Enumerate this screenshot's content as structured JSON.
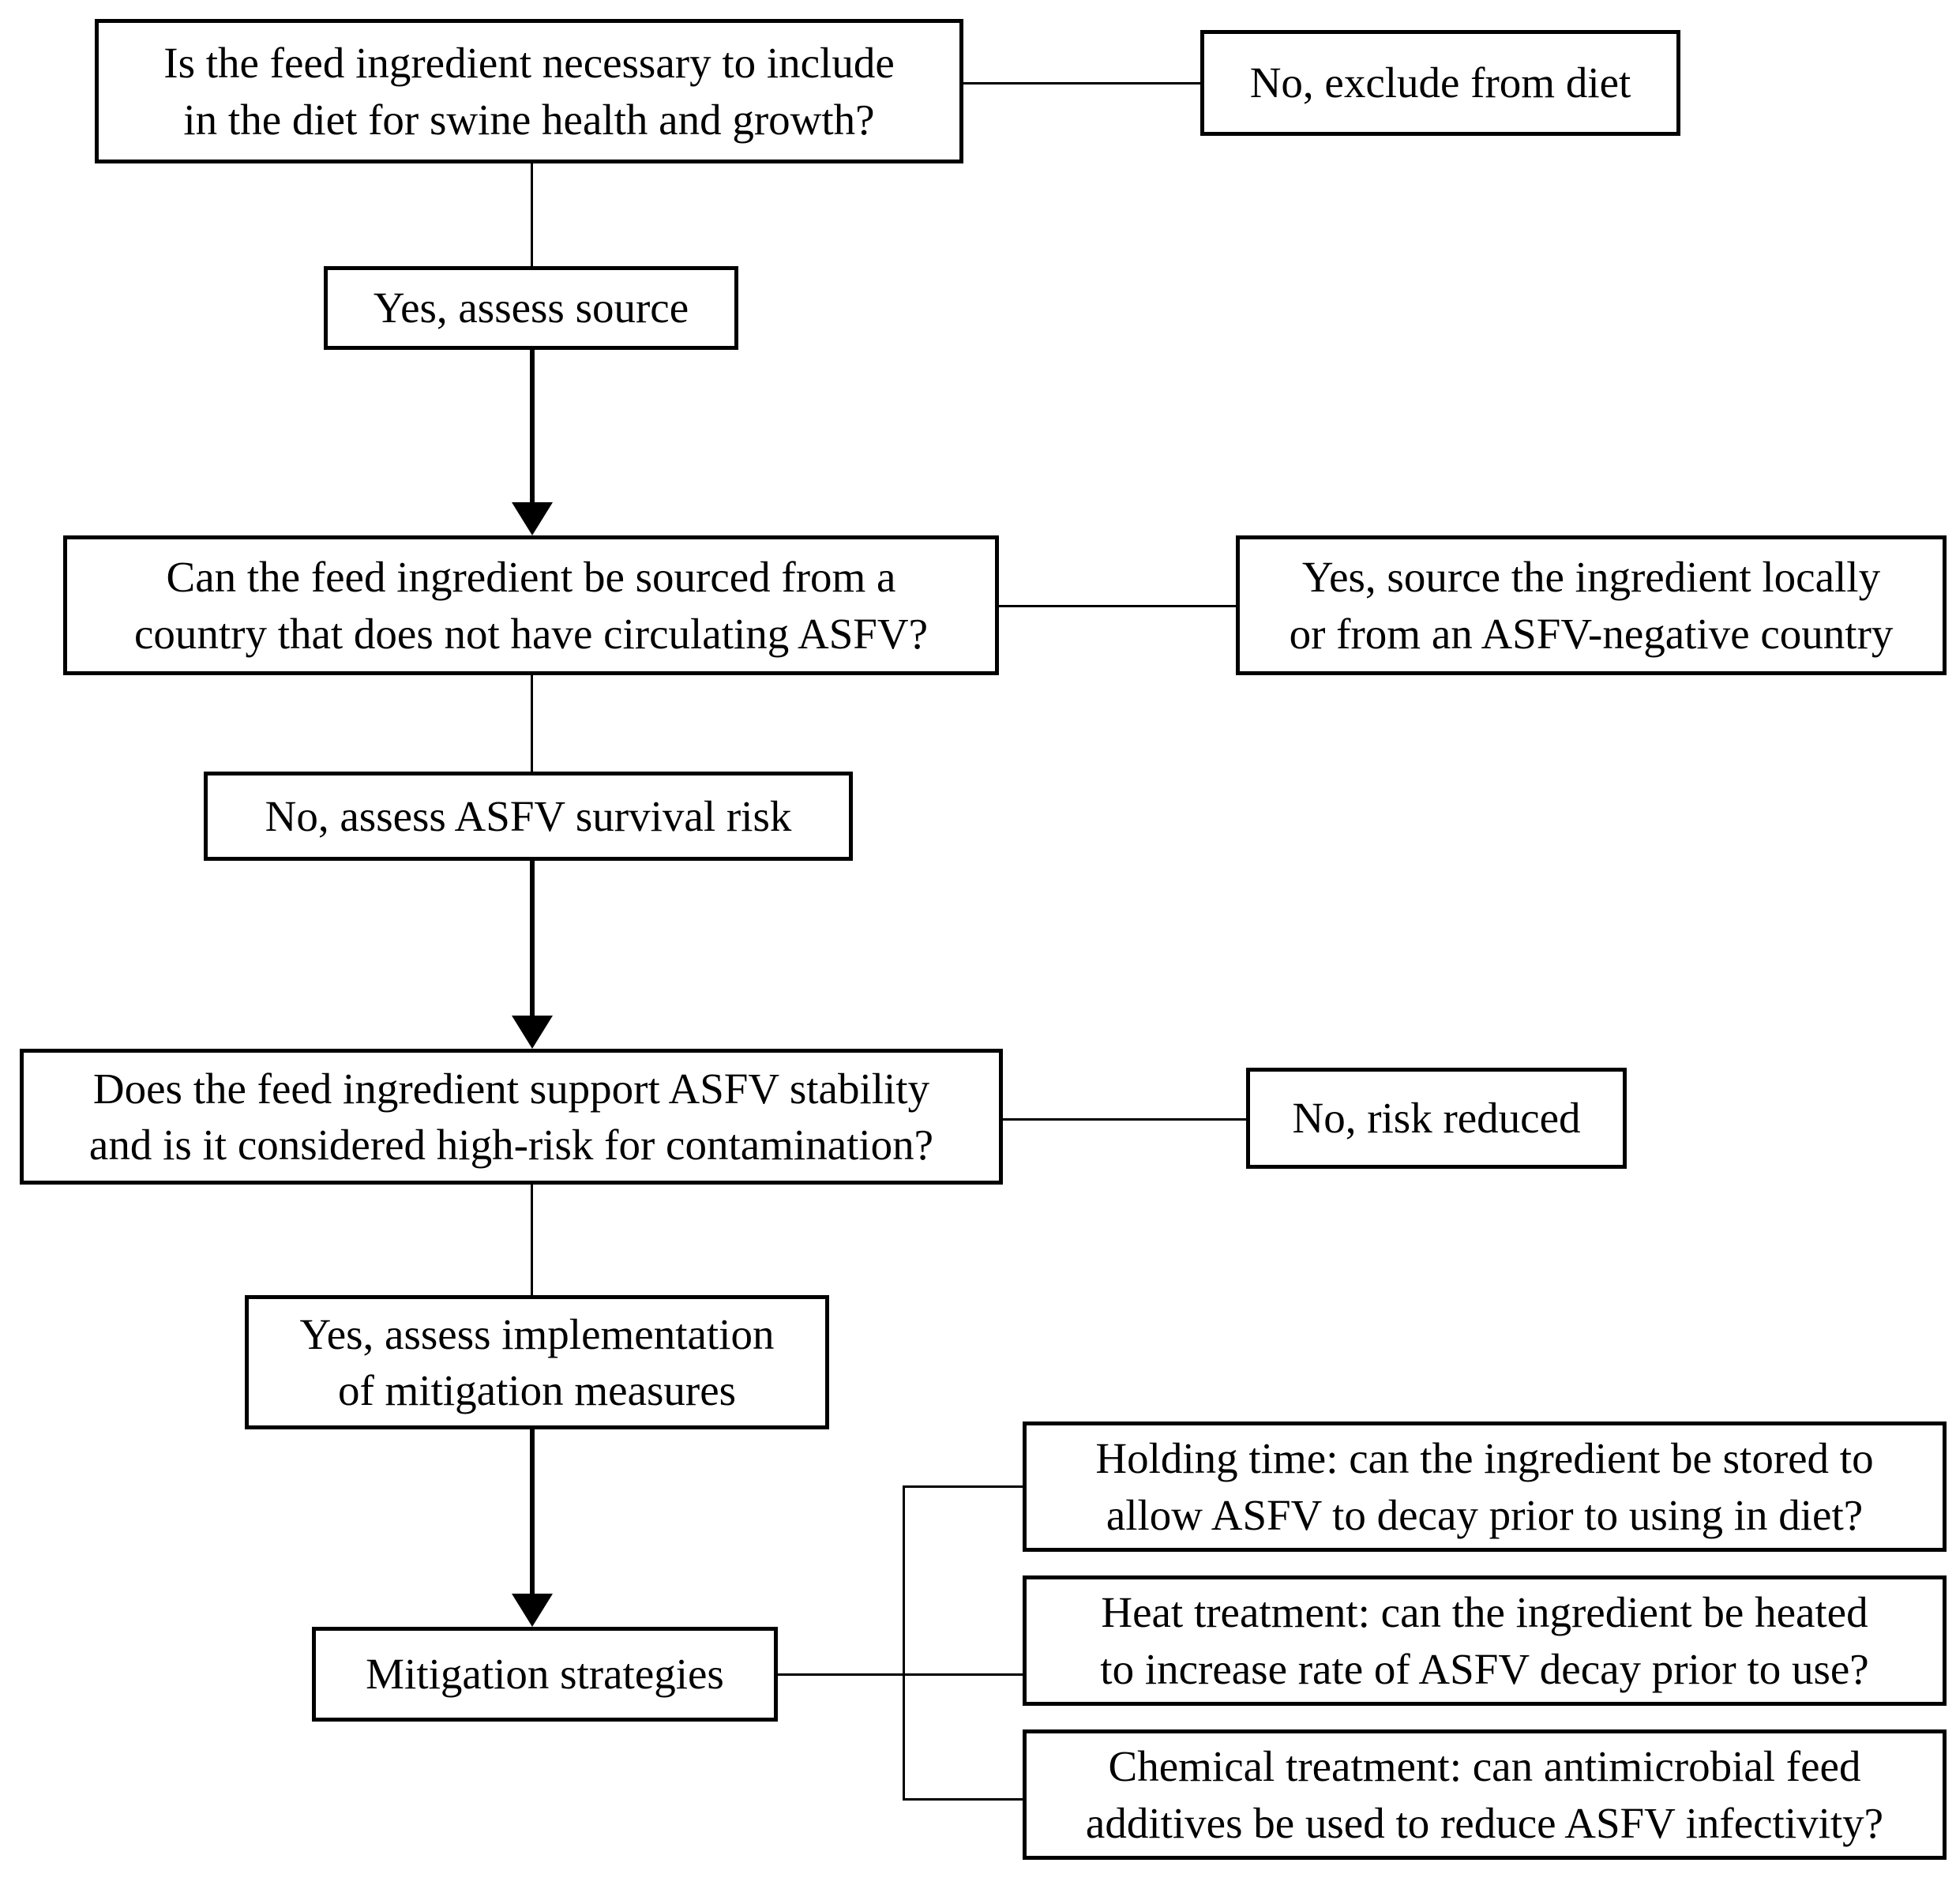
{
  "diagram": {
    "title": "ASFV feed ingredient risk assessment decision tree",
    "type": "flowchart",
    "background_color": "#ffffff",
    "line_color": "#000000",
    "text_color": "#000000",
    "nodes": [
      {
        "id": "q1",
        "role": "decision",
        "line1": "Is the feed ingredient necessary to include",
        "line2": "in the diet for swine health and growth?"
      },
      {
        "id": "q1-no",
        "role": "outcome",
        "line1": "No, exclude from diet",
        "line2": ""
      },
      {
        "id": "q1-yes",
        "role": "connector",
        "line1": "Yes, assess source",
        "line2": ""
      },
      {
        "id": "q2",
        "role": "decision",
        "line1": "Can the feed ingredient be sourced from a",
        "line2": "country that does not have circulating ASFV?"
      },
      {
        "id": "q2-yes",
        "role": "outcome",
        "line1": "Yes, source the ingredient locally",
        "line2": "or from an ASFV-negative country"
      },
      {
        "id": "q2-no",
        "role": "connector",
        "line1": "No, assess ASFV survival risk",
        "line2": ""
      },
      {
        "id": "q3",
        "role": "decision",
        "line1": "Does the feed ingredient support ASFV stability",
        "line2": "and is it considered high-risk for contamination?"
      },
      {
        "id": "q3-no",
        "role": "outcome",
        "line1": "No, risk reduced",
        "line2": ""
      },
      {
        "id": "q3-yes",
        "role": "connector",
        "line1": "Yes, assess implementation",
        "line2": "of mitigation measures"
      },
      {
        "id": "mitigation",
        "role": "process",
        "line1": "Mitigation strategies",
        "line2": ""
      },
      {
        "id": "strategy-holding",
        "role": "strategy",
        "line1": "Holding time: can the ingredient be stored to",
        "line2": "allow ASFV to decay prior to using in diet?"
      },
      {
        "id": "strategy-heat",
        "role": "strategy",
        "line1": "Heat treatment: can the ingredient be heated",
        "line2": "to increase rate of ASFV decay prior to use?"
      },
      {
        "id": "strategy-chemical",
        "role": "strategy",
        "line1": "Chemical treatment: can antimicrobial feed",
        "line2": "additives be used to reduce ASFV infectivity?"
      }
    ]
  }
}
